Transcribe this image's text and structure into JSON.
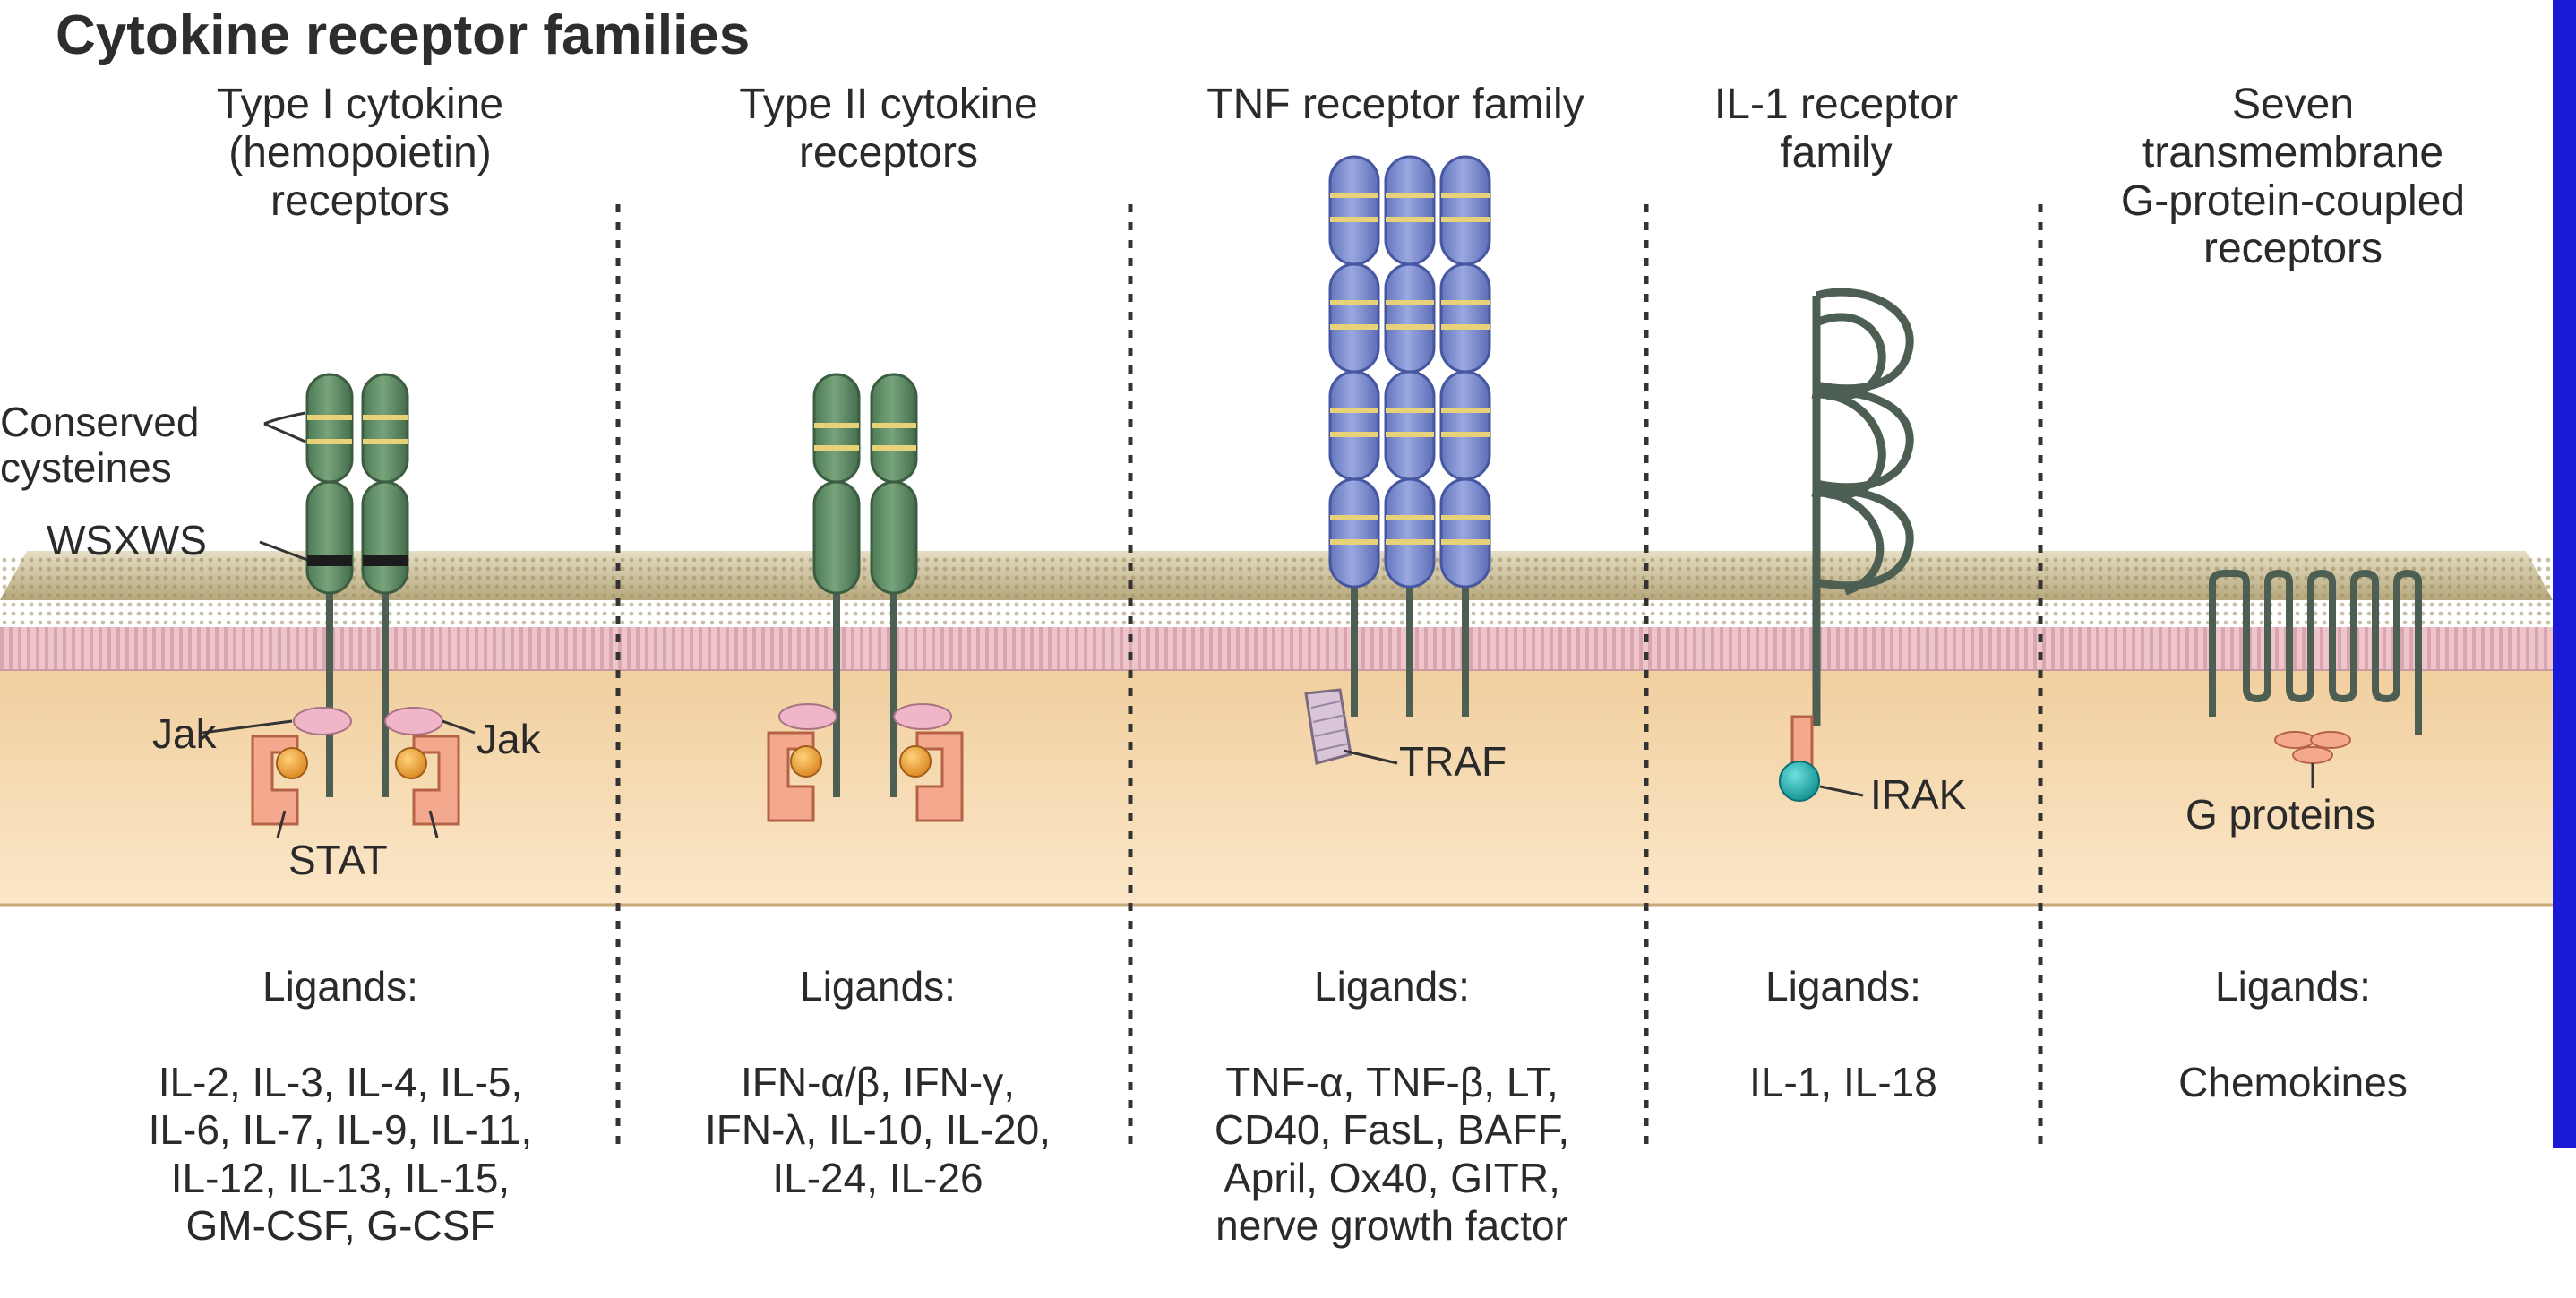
{
  "title": "Cytokine receptor families",
  "families": [
    {
      "header": "Type I cytokine\n(hemopoietin)\nreceptors",
      "ligands_label": "Ligands:",
      "ligands": "IL-2, IL-3, IL-4, IL-5,\nIL-6, IL-7, IL-9, IL-11,\nIL-12, IL-13, IL-15,\nGM-CSF, G-CSF"
    },
    {
      "header": "Type II cytokine\nreceptors",
      "ligands_label": "Ligands:",
      "ligands": "IFN-α/β, IFN-γ,\nIFN-λ, IL-10, IL-20,\nIL-24, IL-26"
    },
    {
      "header": "TNF receptor family",
      "ligands_label": "Ligands:",
      "ligands": "TNF-α, TNF-β, LT,\nCD40, FasL, BAFF,\nApril, Ox40, GITR,\nnerve growth factor"
    },
    {
      "header": "IL-1 receptor\nfamily",
      "ligands_label": "Ligands:",
      "ligands": "IL-1, IL-18"
    },
    {
      "header": "Seven\ntransmembrane\nG-protein-coupled\nreceptors",
      "ligands_label": "Ligands:",
      "ligands": "Chemokines"
    }
  ],
  "labels": {
    "conserved_cysteines": "Conserved\ncysteines",
    "wsxws": "WSXWS",
    "jak_left": "Jak",
    "jak_right": "Jak",
    "stat": "STAT",
    "traf": "TRAF",
    "irak": "IRAK",
    "g_proteins": "G proteins"
  },
  "colors": {
    "receptor_green": "#5d8a62",
    "receptor_blue": "#7d8fd0",
    "stripe_yellow": "#e7d27a",
    "cytoplasm": "#f8ddb2",
    "membrane_top": "#c9bd97",
    "jak_pink": "#f0b5c8",
    "stat_salmon": "#f4a98e",
    "stat_orange": "#e89a34",
    "irak_teal": "#1fb0b0",
    "stalk": "#4d5e52",
    "accent_blue": "#1a1ad6"
  }
}
